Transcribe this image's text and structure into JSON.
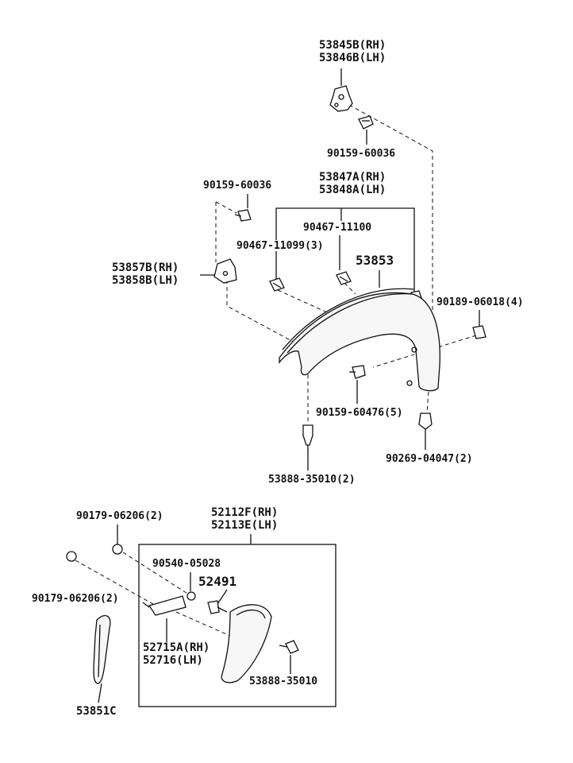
{
  "labels": {
    "p53845b": "53845B(RH)",
    "p53846b": "53846B(LH)",
    "p90159_60036_top": "90159-60036",
    "p90159_60036_left": "90159-60036",
    "p53847a": "53847A(RH)",
    "p53848a": "53848A(LH)",
    "p90467_11100": "90467-11100",
    "p90467_11099": "90467-11099(3)",
    "p53853": "53853",
    "p53857b": "53857B(RH)",
    "p53858b": "53858B(LH)",
    "p90189_06018": "90189-06018(4)",
    "p90159_60476": "90159-60476(5)",
    "p90269_04047": "90269-04047(2)",
    "p53888_35010_2": "53888-35010(2)",
    "p90179_06206_top": "90179-06206(2)",
    "p90179_06206_left": "90179-06206(2)",
    "p52112f": "52112F(RH)",
    "p52113e": "52113E(LH)",
    "p90540_05028": "90540-05028",
    "p52491": "52491",
    "p52715a": "52715A(RH)",
    "p52716": "52716(LH)",
    "p53888_35010": "53888-35010",
    "p53851c": "53851C"
  }
}
